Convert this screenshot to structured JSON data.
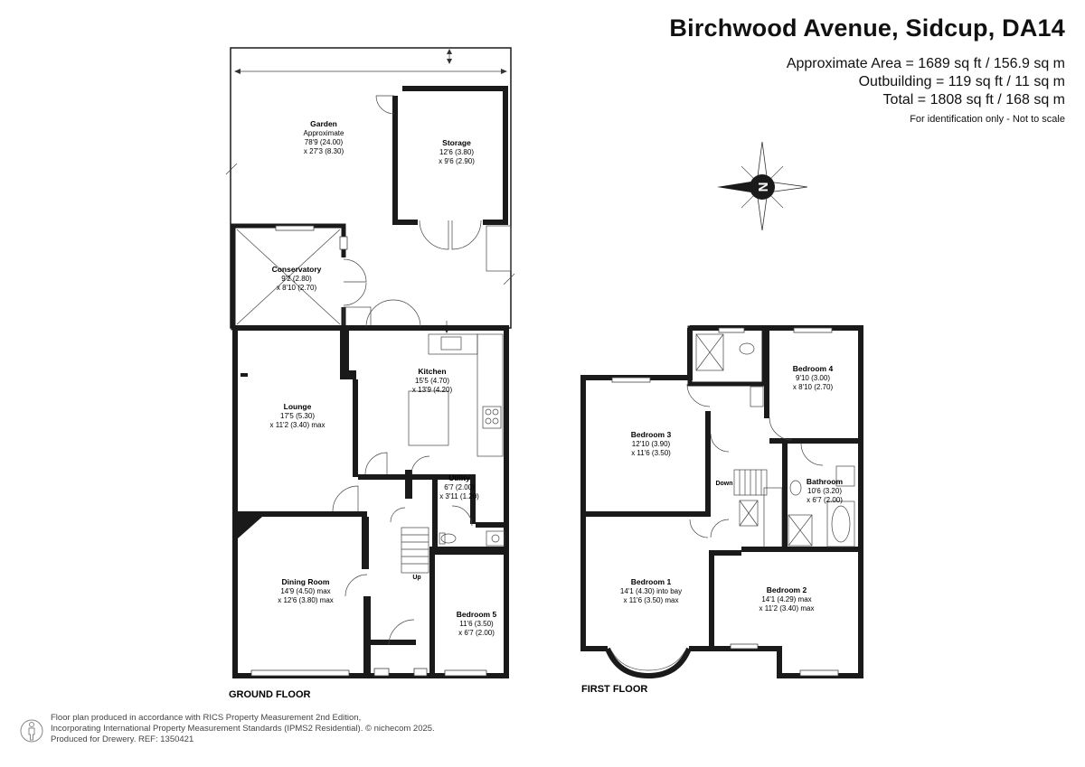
{
  "header": {
    "title": "Birchwood Avenue, Sidcup, DA14",
    "approx_area": "Approximate Area = 1689 sq ft / 156.9 sq m",
    "outbuilding": "Outbuilding = 119 sq ft / 11 sq m",
    "total": "Total = 1808 sq ft / 168 sq m",
    "disclaimer": "For identification only - Not to scale"
  },
  "compass": {
    "label": "N",
    "icon": "compass-icon"
  },
  "ground_floor": {
    "label": "GROUND FLOOR",
    "rooms": {
      "garden": {
        "name": "Garden",
        "dim1": "Approximate",
        "dim2": "78'9 (24.00)",
        "dim3": "x 27'3 (8.30)"
      },
      "storage": {
        "name": "Storage",
        "dim1": "12'6 (3.80)",
        "dim2": "x 9'6 (2.90)"
      },
      "conservatory": {
        "name": "Conservatory",
        "dim1": "9'2 (2.80)",
        "dim2": "x 8'10 (2.70)"
      },
      "kitchen": {
        "name": "Kitchen",
        "dim1": "15'5 (4.70)",
        "dim2": "x 13'9 (4.20)"
      },
      "lounge": {
        "name": "Lounge",
        "dim1": "17'5 (5.30)",
        "dim2": "x 11'2 (3.40) max"
      },
      "utility": {
        "name": "Utility",
        "dim1": "6'7 (2.00)",
        "dim2": "x 3'11 (1.20)"
      },
      "dining": {
        "name": "Dining Room",
        "dim1": "14'9 (4.50) max",
        "dim2": "x 12'6 (3.80) max"
      },
      "bedroom5": {
        "name": "Bedroom 5",
        "dim1": "11'6 (3.50)",
        "dim2": "x 6'7 (2.00)"
      }
    },
    "stairs_label": "Up"
  },
  "first_floor": {
    "label": "FIRST FLOOR",
    "rooms": {
      "bedroom3": {
        "name": "Bedroom 3",
        "dim1": "12'10 (3.90)",
        "dim2": "x 11'6 (3.50)"
      },
      "bedroom4": {
        "name": "Bedroom 4",
        "dim1": "9'10 (3.00)",
        "dim2": "x 8'10 (2.70)"
      },
      "bathroom": {
        "name": "Bathroom",
        "dim1": "10'6 (3.20)",
        "dim2": "x 6'7 (2.00)"
      },
      "bedroom1": {
        "name": "Bedroom 1",
        "dim1": "14'1 (4.30) into bay",
        "dim2": "x 11'6 (3.50) max"
      },
      "bedroom2": {
        "name": "Bedroom 2",
        "dim1": "14'1 (4.29) max",
        "dim2": "x  11'2 (3.40) max"
      }
    },
    "stairs_label": "Down"
  },
  "footer": {
    "line1": "Floor plan produced in accordance with RICS Property Measurement 2nd Edition,",
    "line2": "Incorporating International Property Measurement Standards (IPMS2 Residential).  © nichecom 2025.",
    "line3": "Produced for Drewery.   REF: 1350421"
  }
}
